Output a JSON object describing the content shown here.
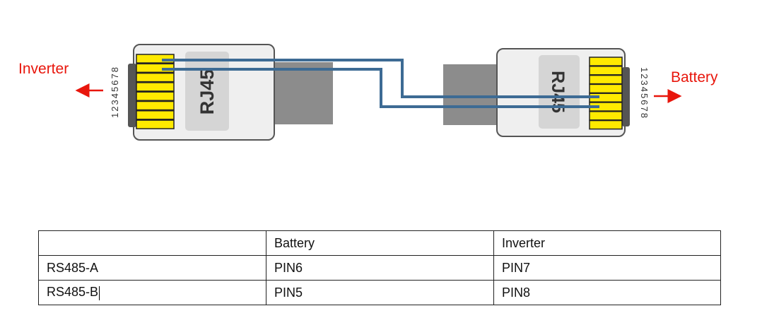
{
  "diagram": {
    "left_label": "Inverter",
    "right_label": "Battery",
    "left_connector_text": "RJ45",
    "right_connector_text": "RJ45",
    "left_pin_numbers": "12345678",
    "right_pin_numbers": "12345678",
    "colors": {
      "label": "#e8160c",
      "wire": "#3d6b94",
      "pin": "#ffea00",
      "connector_body": "#f0f0f0",
      "connector_panel": "#d8d8d8",
      "cable": "#8c8c8c"
    }
  },
  "table": {
    "header": [
      "",
      "Battery",
      "Inverter"
    ],
    "rows": [
      [
        "RS485-A",
        "PIN6",
        "PIN7"
      ],
      [
        "RS485-B",
        "PIN5",
        "PIN8"
      ]
    ]
  }
}
